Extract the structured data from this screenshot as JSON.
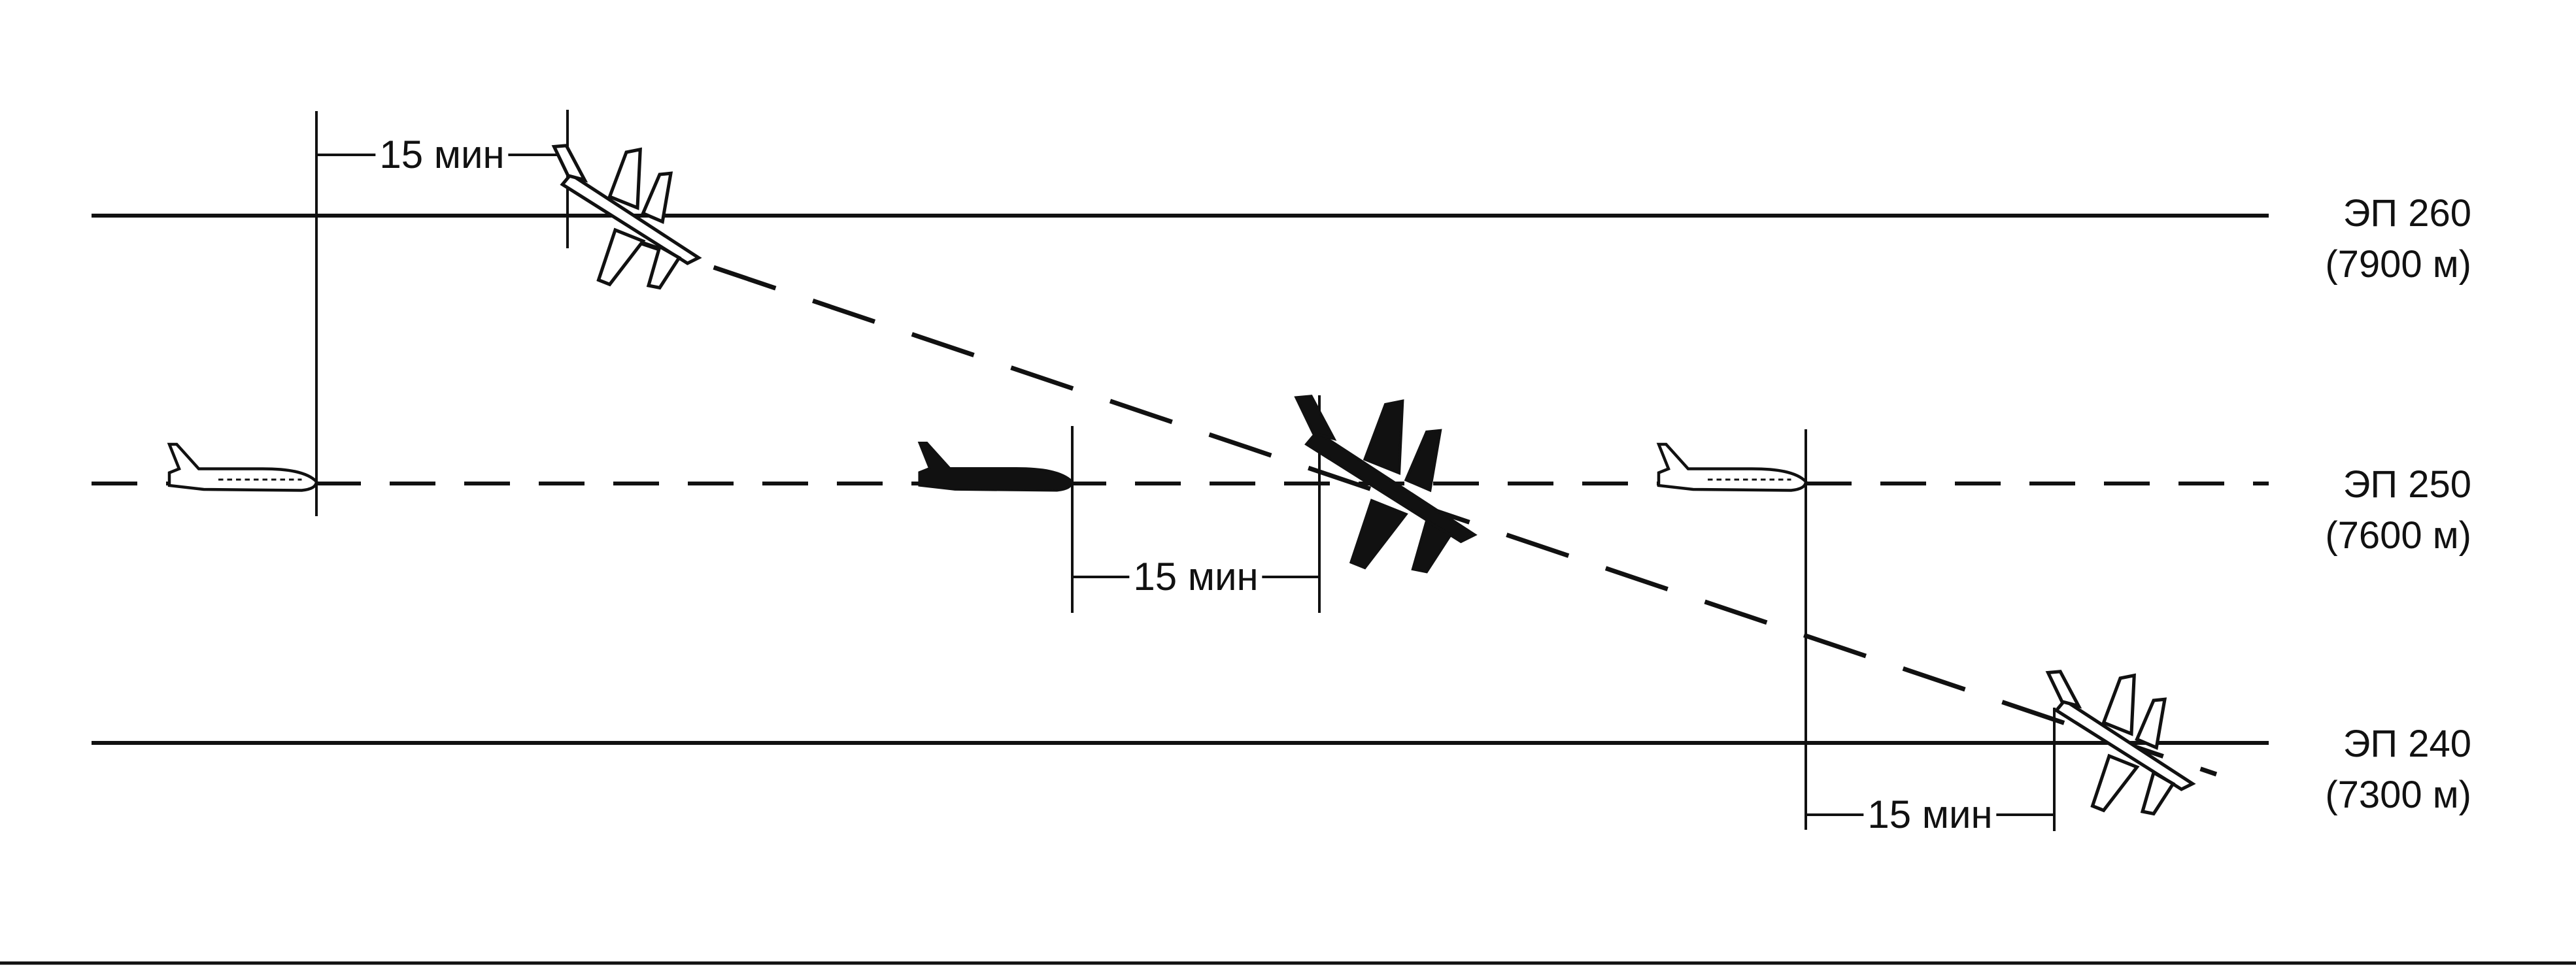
{
  "colors": {
    "ink": "#111111",
    "background": "#ffffff"
  },
  "flight_levels": [
    {
      "id": "fl260",
      "name": "ЭП 260",
      "altitude": "(7900 м)",
      "line_style": "solid"
    },
    {
      "id": "fl250",
      "name": "ЭП 250",
      "altitude": "(7600 м)",
      "line_style": "dashed"
    },
    {
      "id": "fl240",
      "name": "ЭП 240",
      "altitude": "(7300 м)",
      "line_style": "solid"
    }
  ],
  "separations": [
    {
      "id": "sep-top",
      "label": "15 мин"
    },
    {
      "id": "sep-middle",
      "label": "15 мин"
    },
    {
      "id": "sep-bottom",
      "label": "15 мин"
    }
  ],
  "aircraft": [
    {
      "id": "left-level",
      "icon": "airliner-side-view-icon",
      "fill": "outline"
    },
    {
      "id": "middle-level",
      "icon": "airliner-side-view-icon",
      "fill": "solid"
    },
    {
      "id": "right-level",
      "icon": "airliner-side-view-icon",
      "fill": "outline"
    },
    {
      "id": "descending-top",
      "icon": "airliner-banking-icon",
      "fill": "outline"
    },
    {
      "id": "descending-middle",
      "icon": "airliner-banking-icon",
      "fill": "solid"
    },
    {
      "id": "descending-bottom",
      "icon": "airliner-banking-icon",
      "fill": "outline"
    }
  ],
  "descent_path_style": "dashed"
}
